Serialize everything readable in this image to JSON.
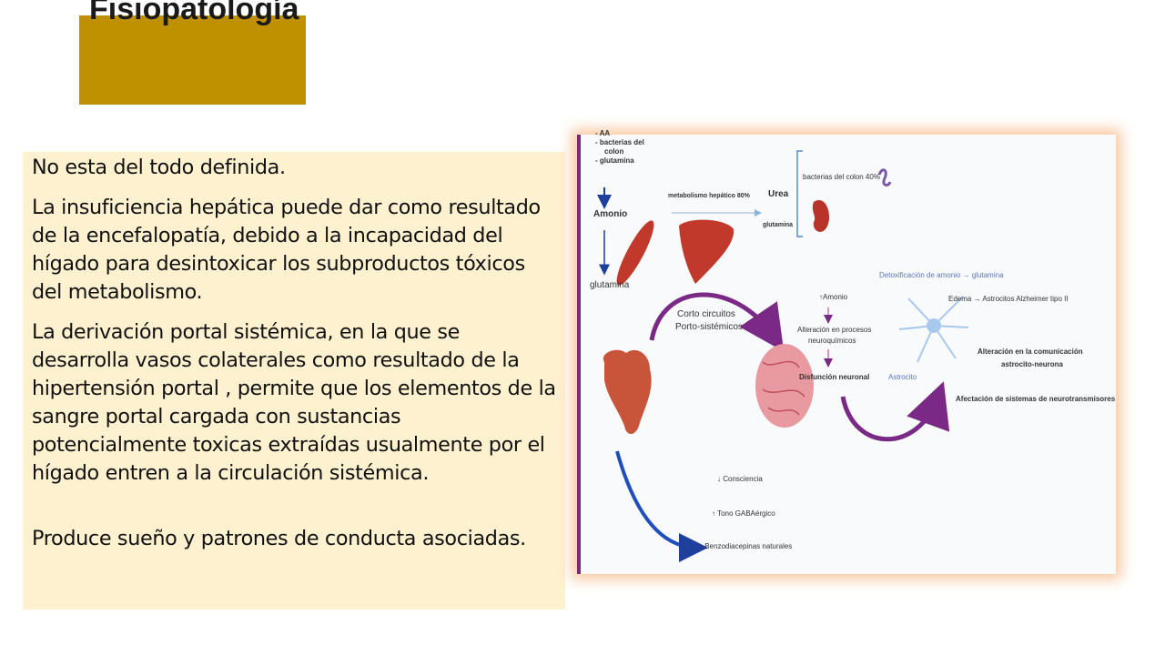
{
  "title": "Fisiopatología",
  "body": {
    "paragraphs": [
      "No esta del todo definida.",
      "La insuficiencia hepática puede dar como resultado de la encefalopatía, debido a la incapacidad del hígado para desintoxicar los subproductos tóxicos del metabolismo.",
      "La derivación portal sistémica, en la que se desarrolla vasos colaterales como resultado de la hipertensión portal , permite que los elementos de la sangre portal cargada con sustancias potencialmente toxicas extraídas usualmente por el hígado entren a la circulación sistémica.",
      "Produce sueño y patrones de conducta asociadas."
    ]
  },
  "diagram": {
    "sources": [
      "- AA",
      "- bacterias del",
      "colon",
      "- glutamina"
    ],
    "amonio": "Amonio",
    "glutamina_left": "glutamina",
    "metabolismo": "metabolismo hepático 80%",
    "urea": "Urea",
    "bacterias_colon": "bacterias del colon 40%",
    "glutamina_right": "glutamina",
    "corto": "Corto circuitos",
    "porto": "Porto-sistémicos",
    "detox": "Detoxificación de amonio → glutamina",
    "edema": "Edema → Astrocitos Alzheimer tipo II",
    "amonio_up": "↑Amonio",
    "alteracion_procesos": "Alteración en procesos",
    "neuroquimicos": "neuroquímicos",
    "disfuncion": "Disfunción neuronal",
    "astrocito": "Astrocito",
    "comunicacion1": "Alteración en la comunicación",
    "comunicacion2": "astrocito-neurona",
    "afectacion": "Afectación de sistemas de neurotransmisores",
    "consciencia": "↓ Consciencia",
    "tono": "↑ Tono GABAérgico",
    "benzo": "↑ Benzodiacepinas naturales"
  },
  "colors": {
    "title_bg": "#bf9000",
    "panel_bg": "#fef1d0",
    "arrow_purple": "#7a2a86",
    "arrow_blue": "#1f4fbf"
  }
}
